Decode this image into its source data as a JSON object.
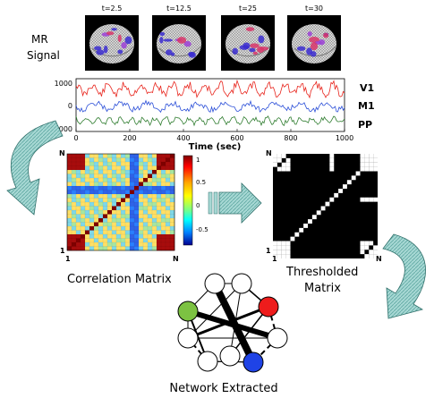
{
  "top_label": {
    "line1": "MR",
    "line2": "Signal"
  },
  "brain_times": [
    "t=2.5",
    "t=12.5",
    "t=25",
    "t=30"
  ],
  "timeseries": {
    "y_ticks": [
      "1000",
      "0",
      "1000"
    ],
    "x_ticks": [
      "0",
      "200",
      "400",
      "600",
      "800",
      "1000"
    ],
    "x_axis_label": "Time (sec)",
    "regions": [
      "V1",
      "M1",
      "PP"
    ],
    "colors": {
      "V1": "#e8241c",
      "M1": "#2b4fd8",
      "PP": "#2f7d2f"
    }
  },
  "correlation": {
    "title": "Correlation Matrix",
    "corner_top": "N",
    "corner_left_bottom": "1",
    "corner_bottom_left": "1",
    "corner_bottom_right": "N",
    "colorbar_ticks": [
      "1",
      "0.5",
      "0",
      "-0.5"
    ]
  },
  "thresholded": {
    "title_line1": "Thresholded",
    "title_line2": "Matrix",
    "corner_top": "N",
    "corner_left_bottom": "1",
    "corner_bottom_left": "1",
    "corner_bottom_right": "N"
  },
  "network": {
    "title": "Network Extracted",
    "node_colors": {
      "green": "#7cc242",
      "red": "#ee1c1c",
      "blue": "#1f43e6",
      "white": "#ffffff"
    }
  },
  "arrow_color": "#9fd3d0"
}
